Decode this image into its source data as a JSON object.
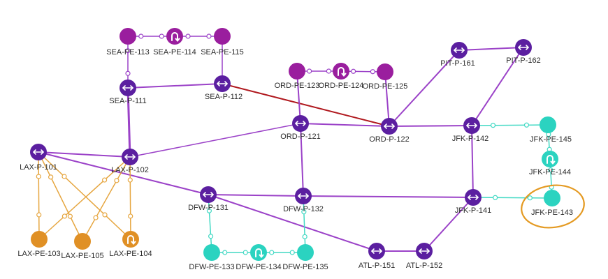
{
  "colors": {
    "router_purple": "#5b1fa0",
    "pe_magenta": "#9a1e9e",
    "pe_orange": "#e09025",
    "pe_teal": "#2bd3c0",
    "link_purple": "#9b42c8",
    "link_orange": "#e6a640",
    "link_teal": "#42d9c4",
    "link_red": "#b0181e",
    "highlight_ring": "#e49a22"
  },
  "nodes": [
    {
      "id": "SEA-PE-113",
      "label": "SEA-PE-113",
      "kind": "pe",
      "color": "pe_magenta",
      "icon": "none"
    },
    {
      "id": "SEA-PE-114",
      "label": "SEA-PE-114",
      "kind": "pe",
      "color": "pe_magenta",
      "icon": "loop-icon"
    },
    {
      "id": "SEA-PE-115",
      "label": "SEA-PE-115",
      "kind": "pe",
      "color": "pe_magenta",
      "icon": "none"
    },
    {
      "id": "SEA-P-111",
      "label": "SEA-P-111",
      "kind": "router",
      "color": "router_purple",
      "icon": "bidirectional-arrow-icon"
    },
    {
      "id": "SEA-P-112",
      "label": "SEA-P-112",
      "kind": "router",
      "color": "router_purple",
      "icon": "bidirectional-arrow-icon"
    },
    {
      "id": "ORD-PE-123",
      "label": "ORD-PE-123",
      "kind": "pe",
      "color": "pe_magenta",
      "icon": "none"
    },
    {
      "id": "ORD-PE-124",
      "label": "ORD-PE-124",
      "kind": "pe",
      "color": "pe_magenta",
      "icon": "loop-icon"
    },
    {
      "id": "ORD-PE-125",
      "label": "ORD-PE-125",
      "kind": "pe",
      "color": "pe_magenta",
      "icon": "none"
    },
    {
      "id": "PIT-P-161",
      "label": "PIT-P-161",
      "kind": "router",
      "color": "router_purple",
      "icon": "bidirectional-arrow-icon"
    },
    {
      "id": "PIT-P-162",
      "label": "PIT-P-162",
      "kind": "router",
      "color": "router_purple",
      "icon": "bidirectional-arrow-icon"
    },
    {
      "id": "ORD-P-121",
      "label": "ORD-P-121",
      "kind": "router",
      "color": "router_purple",
      "icon": "bidirectional-arrow-icon"
    },
    {
      "id": "ORD-P-122",
      "label": "ORD-P-122",
      "kind": "router",
      "color": "router_purple",
      "icon": "bidirectional-arrow-icon"
    },
    {
      "id": "JFK-P-142",
      "label": "JFK-P-142",
      "kind": "router",
      "color": "router_purple",
      "icon": "bidirectional-arrow-icon"
    },
    {
      "id": "JFK-PE-145",
      "label": "JFK-PE-145",
      "kind": "pe",
      "color": "pe_teal",
      "icon": "none"
    },
    {
      "id": "JFK-PE-144",
      "label": "JFK-PE-144",
      "kind": "pe",
      "color": "pe_teal",
      "icon": "loop-icon"
    },
    {
      "id": "JFK-PE-143",
      "label": "JFK-PE-143",
      "kind": "pe",
      "color": "pe_teal",
      "icon": "none",
      "highlighted": true
    },
    {
      "id": "LAX-P-101",
      "label": "LAX-P-101",
      "kind": "router",
      "color": "router_purple",
      "icon": "bidirectional-arrow-icon"
    },
    {
      "id": "LAX-P-102",
      "label": "LAX-P-102",
      "kind": "router",
      "color": "router_purple",
      "icon": "bidirectional-arrow-icon"
    },
    {
      "id": "DFW-P-131",
      "label": "DFW-P-131",
      "kind": "router",
      "color": "router_purple",
      "icon": "bidirectional-arrow-icon"
    },
    {
      "id": "DFW-P-132",
      "label": "DFW-P-132",
      "kind": "router",
      "color": "router_purple",
      "icon": "bidirectional-arrow-icon"
    },
    {
      "id": "JFK-P-141",
      "label": "JFK-P-141",
      "kind": "router",
      "color": "router_purple",
      "icon": "bidirectional-arrow-icon"
    },
    {
      "id": "LAX-PE-103",
      "label": "LAX-PE-103",
      "kind": "pe",
      "color": "pe_orange",
      "icon": "none"
    },
    {
      "id": "LAX-PE-105",
      "label": "LAX-PE-105",
      "kind": "pe",
      "color": "pe_orange",
      "icon": "none"
    },
    {
      "id": "LAX-PE-104",
      "label": "LAX-PE-104",
      "kind": "pe",
      "color": "pe_orange",
      "icon": "loop-icon"
    },
    {
      "id": "DFW-PE-133",
      "label": "DFW-PE-133",
      "kind": "pe",
      "color": "pe_teal",
      "icon": "none"
    },
    {
      "id": "DFW-PE-134",
      "label": "DFW-PE-134",
      "kind": "pe",
      "color": "pe_teal",
      "icon": "loop-icon"
    },
    {
      "id": "DFW-PE-135",
      "label": "DFW-PE-135",
      "kind": "pe",
      "color": "pe_teal",
      "icon": "none"
    },
    {
      "id": "ATL-P-151",
      "label": "ATL-P-151",
      "kind": "router",
      "color": "router_purple",
      "icon": "bidirectional-arrow-icon"
    },
    {
      "id": "ATL-P-152",
      "label": "ATL-P-152",
      "kind": "router",
      "color": "router_purple",
      "icon": "bidirectional-arrow-icon"
    }
  ],
  "links": [
    {
      "from": "SEA-PE-113",
      "to": "SEA-PE-114",
      "color": "link_purple",
      "width": 1.5,
      "dots": true
    },
    {
      "from": "SEA-PE-114",
      "to": "SEA-PE-115",
      "color": "link_purple",
      "width": 1.5,
      "dots": true
    },
    {
      "from": "SEA-PE-113",
      "to": "SEA-P-111",
      "color": "link_purple",
      "width": 1.5,
      "dots": true
    },
    {
      "from": "SEA-PE-115",
      "to": "SEA-P-112",
      "color": "link_purple",
      "width": 1.5,
      "dots": false
    },
    {
      "from": "SEA-P-111",
      "to": "SEA-P-112",
      "color": "link_purple",
      "width": 2,
      "dots": false
    },
    {
      "from": "SEA-P-111",
      "to": "LAX-P-102",
      "color": "link_purple",
      "width": 3,
      "dots": false
    },
    {
      "from": "SEA-P-112",
      "to": "ORD-P-122",
      "color": "link_red",
      "width": 2,
      "dots": false
    },
    {
      "from": "ORD-PE-123",
      "to": "ORD-PE-124",
      "color": "link_purple",
      "width": 1.5,
      "dots": true
    },
    {
      "from": "ORD-PE-124",
      "to": "ORD-PE-125",
      "color": "link_purple",
      "width": 1.5,
      "dots": true
    },
    {
      "from": "ORD-PE-123",
      "to": "ORD-P-121",
      "color": "link_purple",
      "width": 2,
      "dots": false
    },
    {
      "from": "ORD-PE-125",
      "to": "ORD-P-122",
      "color": "link_purple",
      "width": 2,
      "dots": false
    },
    {
      "from": "ORD-P-121",
      "to": "ORD-P-122",
      "color": "link_purple",
      "width": 2,
      "dots": false
    },
    {
      "from": "ORD-P-121",
      "to": "LAX-P-102",
      "color": "link_purple",
      "width": 1.5,
      "dots": false
    },
    {
      "from": "ORD-P-121",
      "to": "DFW-P-132",
      "color": "link_purple",
      "width": 2,
      "dots": false
    },
    {
      "from": "ORD-P-122",
      "to": "JFK-P-142",
      "color": "link_purple",
      "width": 2,
      "dots": false
    },
    {
      "from": "ORD-P-122",
      "to": "PIT-P-161",
      "color": "link_purple",
      "width": 2,
      "dots": false
    },
    {
      "from": "PIT-P-161",
      "to": "PIT-P-162",
      "color": "link_purple",
      "width": 2,
      "dots": false
    },
    {
      "from": "PIT-P-162",
      "to": "JFK-P-142",
      "color": "link_purple",
      "width": 2,
      "dots": false
    },
    {
      "from": "JFK-P-142",
      "to": "JFK-P-141",
      "color": "link_purple",
      "width": 2,
      "dots": false
    },
    {
      "from": "JFK-P-142",
      "to": "JFK-PE-145",
      "color": "link_teal",
      "width": 1.5,
      "dots": true
    },
    {
      "from": "JFK-PE-145",
      "to": "JFK-PE-144",
      "color": "link_teal",
      "width": 1.5,
      "dots": true
    },
    {
      "from": "JFK-PE-144",
      "to": "JFK-PE-143",
      "color": "link_teal",
      "width": 1.5,
      "dots": true
    },
    {
      "from": "JFK-P-141",
      "to": "JFK-PE-143",
      "color": "link_teal",
      "width": 1.5,
      "dots": true
    },
    {
      "from": "LAX-P-101",
      "to": "LAX-P-102",
      "color": "link_purple",
      "width": 2,
      "dots": false
    },
    {
      "from": "LAX-P-101",
      "to": "DFW-P-131",
      "color": "link_purple",
      "width": 2,
      "dots": false
    },
    {
      "from": "DFW-P-131",
      "to": "ATL-P-151",
      "color": "link_purple",
      "width": 2,
      "dots": false
    },
    {
      "from": "DFW-P-131",
      "to": "DFW-P-132",
      "color": "link_purple",
      "width": 2,
      "dots": false
    },
    {
      "from": "DFW-P-132",
      "to": "JFK-P-141",
      "color": "link_purple",
      "width": 2,
      "dots": false
    },
    {
      "from": "ATL-P-151",
      "to": "ATL-P-152",
      "color": "link_purple",
      "width": 2,
      "dots": false
    },
    {
      "from": "ATL-P-152",
      "to": "JFK-P-141",
      "color": "link_purple",
      "width": 2,
      "dots": false
    },
    {
      "from": "LAX-P-101",
      "to": "LAX-PE-103",
      "color": "link_orange",
      "width": 1.5,
      "dots": true
    },
    {
      "from": "LAX-P-101",
      "to": "LAX-PE-105",
      "color": "link_orange",
      "width": 1.5,
      "dots": true
    },
    {
      "from": "LAX-P-101",
      "to": "LAX-PE-104",
      "color": "link_orange",
      "width": 1.5,
      "dots": true
    },
    {
      "from": "LAX-P-102",
      "to": "LAX-PE-103",
      "color": "link_orange",
      "width": 1.5,
      "dots": true
    },
    {
      "from": "LAX-P-102",
      "to": "LAX-PE-105",
      "color": "link_orange",
      "width": 1.5,
      "dots": true
    },
    {
      "from": "LAX-P-102",
      "to": "LAX-PE-104",
      "color": "link_orange",
      "width": 1.5,
      "dots": true
    },
    {
      "from": "DFW-P-131",
      "to": "DFW-PE-133",
      "color": "link_teal",
      "width": 1.5,
      "dots": true
    },
    {
      "from": "DFW-PE-133",
      "to": "DFW-PE-134",
      "color": "link_teal",
      "width": 1.5,
      "dots": true
    },
    {
      "from": "DFW-PE-134",
      "to": "DFW-PE-135",
      "color": "link_teal",
      "width": 1.5,
      "dots": true
    },
    {
      "from": "DFW-PE-135",
      "to": "DFW-P-132",
      "color": "link_teal",
      "width": 1.5,
      "dots": true
    }
  ]
}
